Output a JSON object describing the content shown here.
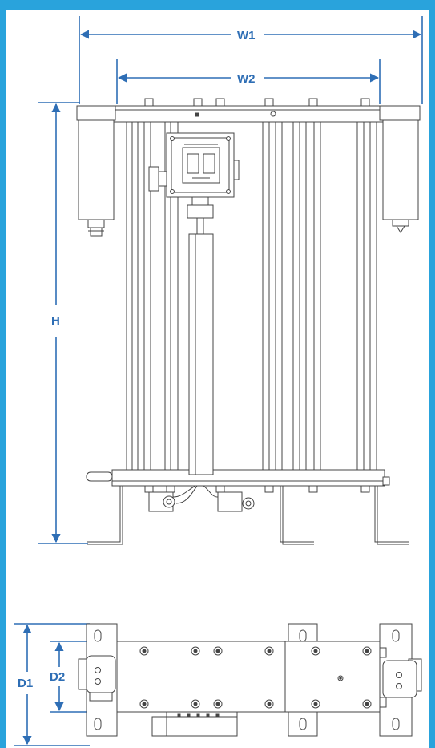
{
  "labels": {
    "w1": "W1",
    "w2": "W2",
    "h": "H",
    "d1": "D1",
    "d2": "D2"
  },
  "colors": {
    "border": "#29a3dc",
    "dimension": "#2e6eb5",
    "line": "#444444"
  }
}
